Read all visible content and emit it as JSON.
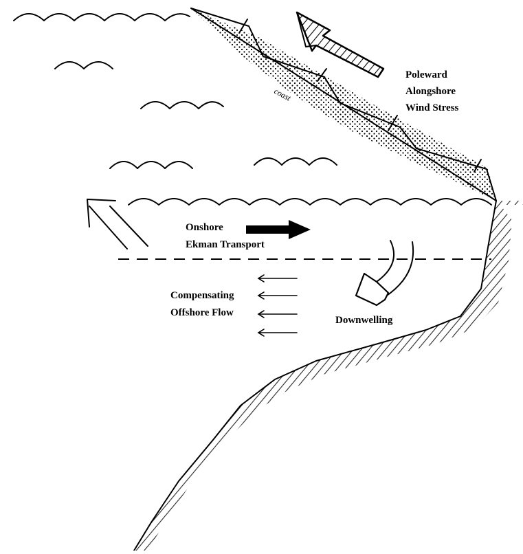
{
  "labels": {
    "coast": "coast",
    "wind_line1": "Poleward",
    "wind_line2": "Alongshore",
    "wind_line3": "Wind Stress",
    "transport_line1": "Onshore",
    "transport_line2": "Ekman Transport",
    "flow_line1": "Compensating",
    "flow_line2": "Offshore Flow",
    "downwelling": "Downwelling"
  }
}
